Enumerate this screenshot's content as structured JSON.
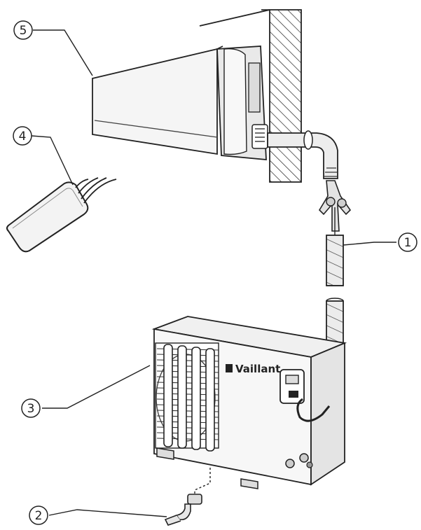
{
  "diagram": {
    "brand": "Vaillant",
    "callouts": [
      {
        "id": "c1",
        "number": "1"
      },
      {
        "id": "c2",
        "number": "2"
      },
      {
        "id": "c3",
        "number": "3"
      },
      {
        "id": "c4",
        "number": "4"
      },
      {
        "id": "c5",
        "number": "5"
      }
    ],
    "colors": {
      "line": "#222222",
      "fill_light": "#f4f4f4",
      "fill_mid": "#e6e6e6",
      "fill_dark": "#cfcfcf"
    }
  }
}
